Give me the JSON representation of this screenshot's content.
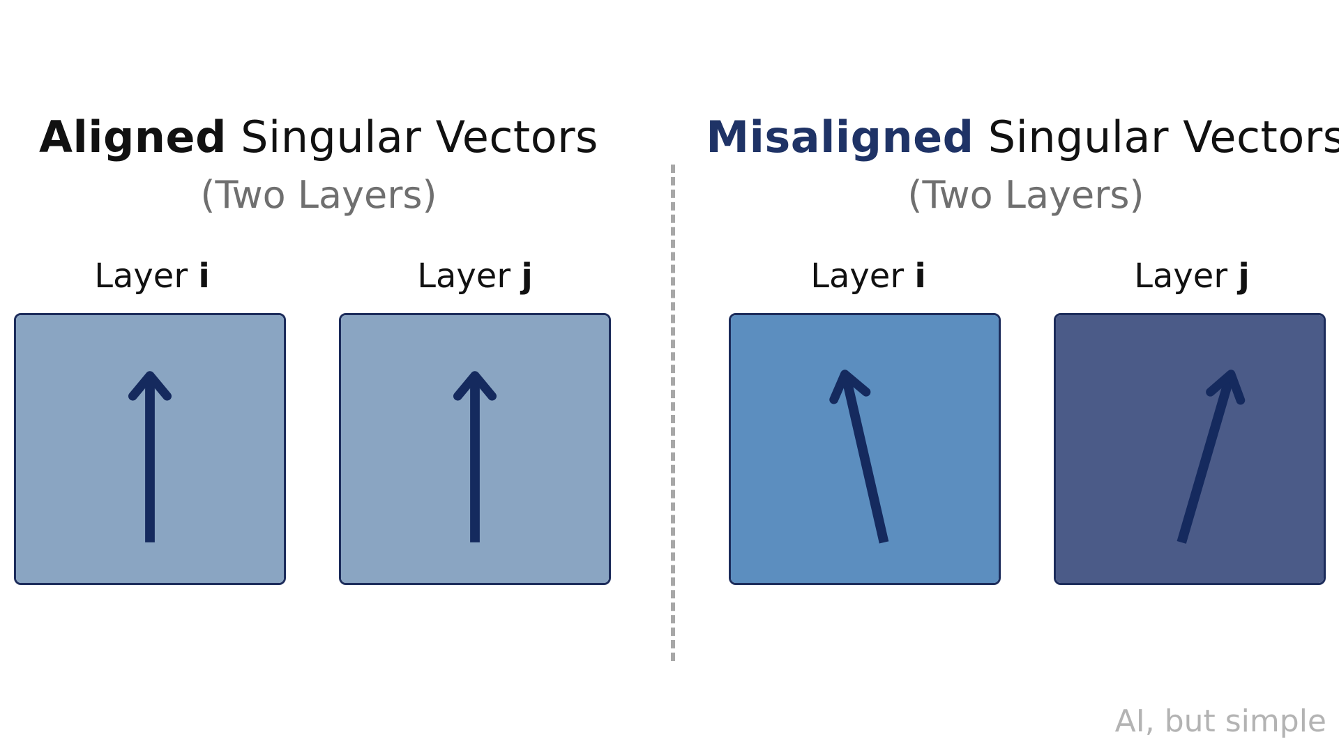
{
  "colors": {
    "aligned_box_fill": "#8aa5c2",
    "misaligned_box_i_fill": "#5c8ebf",
    "misaligned_box_j_fill": "#4b5b88",
    "arrow": "#152a5e",
    "misaligned_accent": "#1f3366",
    "divider": "#a7a7a7",
    "subtitle": "#6f6f6f",
    "watermark": "#b3b3b3"
  },
  "aligned": {
    "title_strong": "Aligned",
    "title_rest": " Singular Vectors",
    "subtitle": "(Two Layers)",
    "layer_i": {
      "prefix": "Layer ",
      "var": "i",
      "icon": "arrow-up-icon"
    },
    "layer_j": {
      "prefix": "Layer ",
      "var": "j",
      "icon": "arrow-up-icon"
    }
  },
  "misaligned": {
    "title_strong": "Misaligned",
    "title_rest": " Singular Vectors",
    "subtitle": "(Two Layers)",
    "layer_i": {
      "prefix": "Layer ",
      "var": "i",
      "icon": "arrow-up-left-icon"
    },
    "layer_j": {
      "prefix": "Layer ",
      "var": "j",
      "icon": "arrow-up-right-icon"
    }
  },
  "watermark": "AI, but simple"
}
